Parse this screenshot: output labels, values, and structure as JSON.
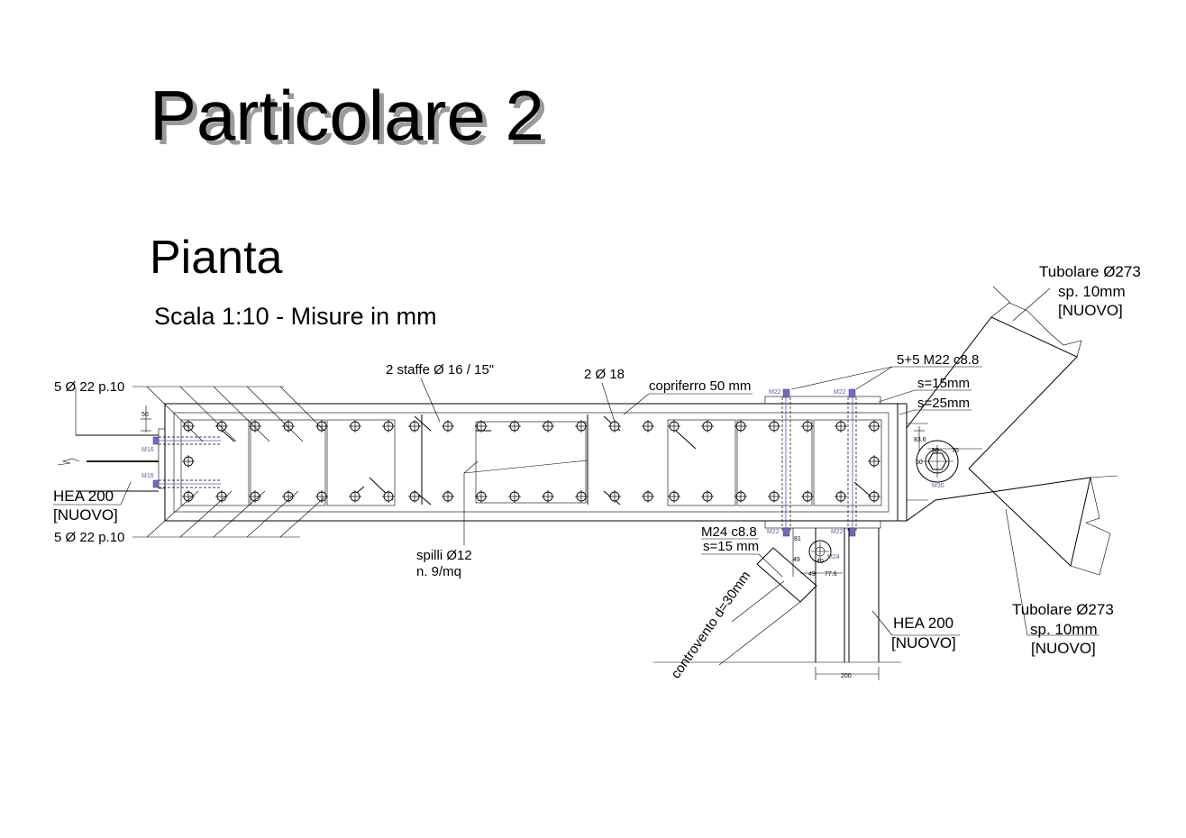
{
  "sheet": {
    "title": "Particolare 2",
    "subtitle": "Pianta",
    "scale": "Scala 1:10 - Misure in mm"
  },
  "labels": {
    "rebar_top": "5 Ø 22 p.10",
    "rebar_bottom": "5 Ø 22 p.10",
    "hea_left_1": "HEA 200",
    "hea_left_2": "[NUOVO]",
    "staffe": "2 staffe Ø 16 / 15\"",
    "bars": "2 Ø 18",
    "copriferro": "copriferro 50 mm",
    "spilli_1": "spilli Ø12",
    "spilli_2": "n. 9/mq",
    "bolts_top": "5+5 M22 c8.8",
    "plate_15": "s=15mm",
    "plate_25": "s=25mm",
    "m24_1": "M24 c8.8",
    "m24_2": "s=15 mm",
    "controvento": "controvento d=30mm",
    "hea_right_1": "HEA 200",
    "hea_right_2": "[NUOVO]",
    "tub_top_1": "Tubolare Ø273",
    "tub_top_2": "sp. 10mm",
    "tub_top_3": "[NUOVO]",
    "tub_bot_1": "Tubolare Ø273",
    "tub_bot_2": "sp. 10mm",
    "tub_bot_3": "[NUOVO]"
  },
  "small_labels": {
    "dim_50": "50",
    "m16_a": "M16",
    "m16_b": "M16",
    "m22_top_a": "M22",
    "m22_top_b": "M22",
    "m22_bot_a": "M22",
    "m22_bot_b": "M22",
    "dim_83": "83.6",
    "dim_50b": "50",
    "dim_70": "70",
    "dim_50c": "50",
    "m30": "M30",
    "dim_81": "81",
    "dim_49a": "49",
    "dim_49b": "49",
    "dim_40": "40",
    "dim_776": "77.6",
    "m24": "M24",
    "dim_200": "200"
  }
}
